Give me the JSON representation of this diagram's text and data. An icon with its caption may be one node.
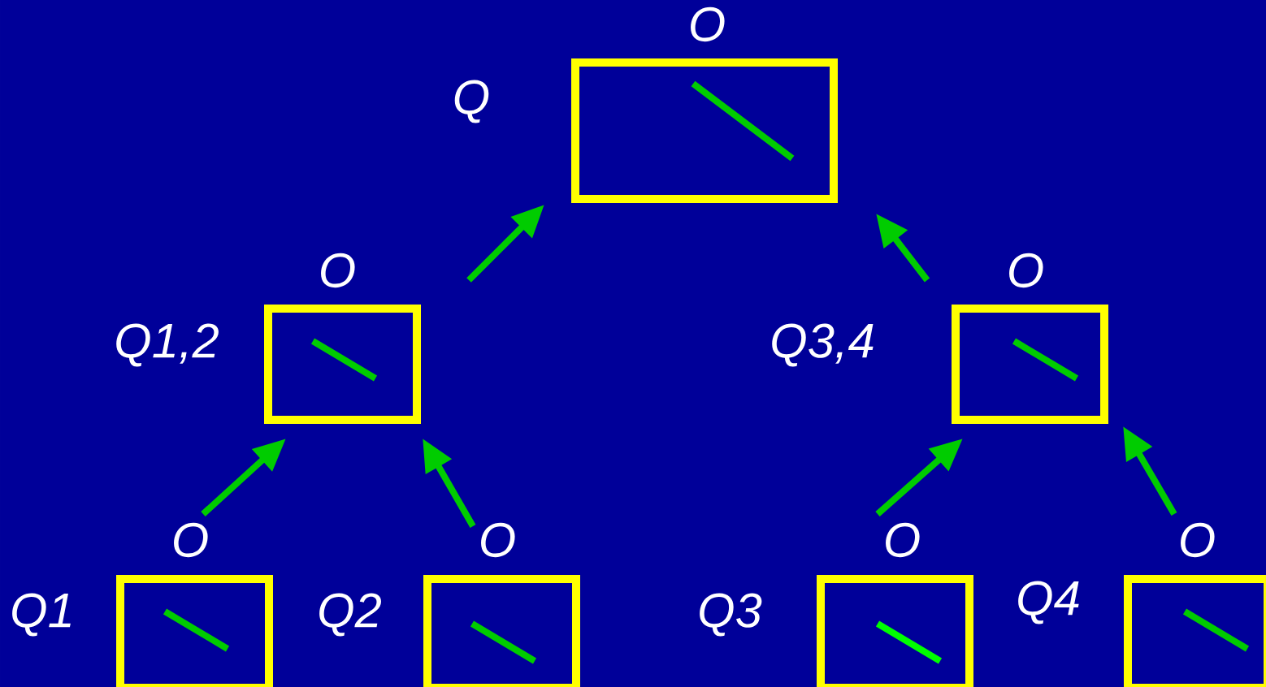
{
  "diagram": {
    "nodes": [
      {
        "text": [
          "O"
        ],
        "beside": [
          "Q"
        ]
      },
      {
        "text": [
          "O"
        ],
        "beside": [
          "Q1,2"
        ]
      },
      {
        "text": [
          "O"
        ],
        "beside": [
          "Q3,4"
        ]
      },
      {
        "text": [
          "O"
        ],
        "beside": [
          "Q1"
        ]
      },
      {
        "text": [
          "O"
        ],
        "beside": [
          "Q2"
        ]
      },
      {
        "text": [
          "O"
        ],
        "beside": [
          "Q3"
        ]
      },
      {
        "text": [
          "O"
        ],
        "beside": [
          "Q4"
        ]
      }
    ],
    "edges": [
      {
        "from": 3,
        "to": 1,
        "arrow": "to"
      },
      {
        "from": 4,
        "to": 1,
        "arrow": "to"
      },
      {
        "from": 1,
        "to": 0,
        "arrow": "to"
      },
      {
        "from": 5,
        "to": 2,
        "arrow": "to"
      },
      {
        "from": 6,
        "to": 2,
        "arrow": "to"
      },
      {
        "from": 2,
        "to": 0,
        "arrow": "to"
      }
    ]
  }
}
